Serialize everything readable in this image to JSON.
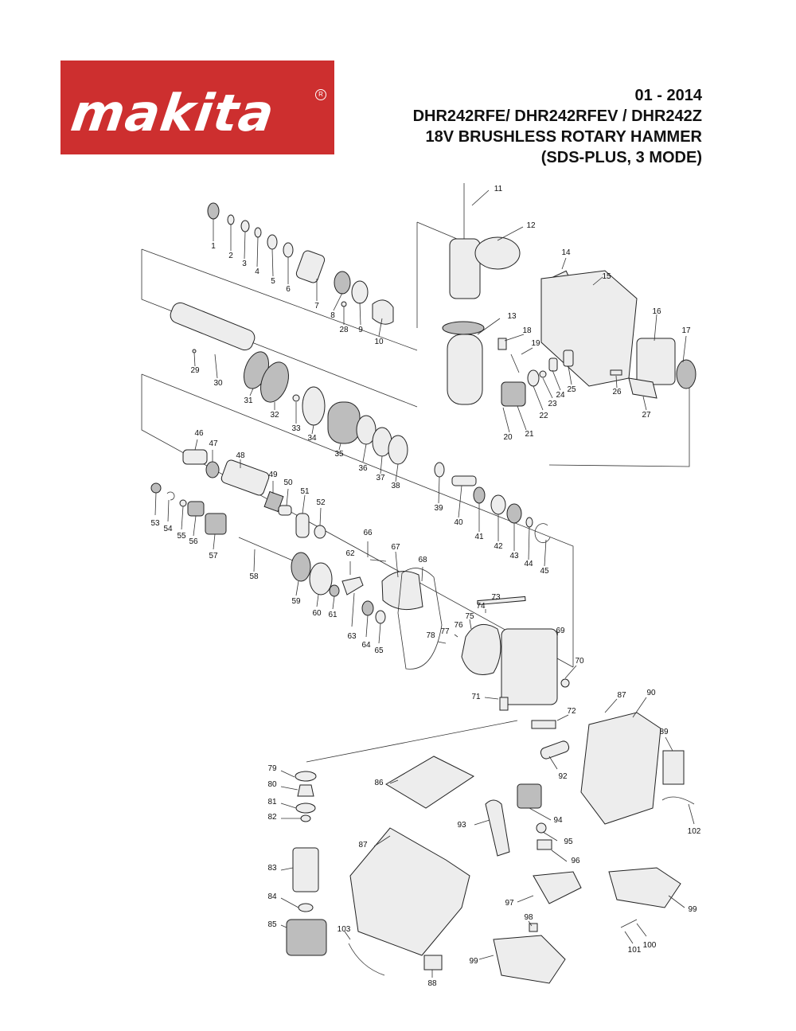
{
  "brand": {
    "logo_text": "makita",
    "colors": {
      "logo_bg": "#cd2f2f",
      "logo_fg": "#ffffff"
    }
  },
  "header": {
    "date": "01 - 2014",
    "models": "DHR242RFE/ DHR242RFEV / DHR242Z",
    "title": "18V BRUSHLESS ROTARY HAMMER",
    "subtitle": "(SDS-PLUS, 3 MODE)"
  },
  "parts": [
    {
      "id": "1",
      "label": "1"
    },
    {
      "id": "2",
      "label": "2"
    },
    {
      "id": "3",
      "label": "3"
    },
    {
      "id": "4",
      "label": "4"
    },
    {
      "id": "5",
      "label": "5"
    },
    {
      "id": "6",
      "label": "6"
    },
    {
      "id": "7",
      "label": "7"
    },
    {
      "id": "8",
      "label": "8"
    },
    {
      "id": "9",
      "label": "9"
    },
    {
      "id": "10",
      "label": "10"
    },
    {
      "id": "11",
      "label": "11"
    },
    {
      "id": "12",
      "label": "12"
    },
    {
      "id": "13",
      "label": "13"
    },
    {
      "id": "14",
      "label": "14"
    },
    {
      "id": "15",
      "label": "15"
    },
    {
      "id": "16",
      "label": "16"
    },
    {
      "id": "17",
      "label": "17"
    },
    {
      "id": "18",
      "label": "18"
    },
    {
      "id": "19",
      "label": "19"
    },
    {
      "id": "20",
      "label": "20"
    },
    {
      "id": "21",
      "label": "21"
    },
    {
      "id": "22",
      "label": "22"
    },
    {
      "id": "23",
      "label": "23"
    },
    {
      "id": "24",
      "label": "24"
    },
    {
      "id": "25",
      "label": "25"
    },
    {
      "id": "26",
      "label": "26"
    },
    {
      "id": "27",
      "label": "27"
    },
    {
      "id": "28",
      "label": "28"
    },
    {
      "id": "29",
      "label": "29"
    },
    {
      "id": "30",
      "label": "30"
    },
    {
      "id": "31",
      "label": "31"
    },
    {
      "id": "32",
      "label": "32"
    },
    {
      "id": "33",
      "label": "33"
    },
    {
      "id": "34",
      "label": "34"
    },
    {
      "id": "35",
      "label": "35"
    },
    {
      "id": "36",
      "label": "36"
    },
    {
      "id": "37",
      "label": "37"
    },
    {
      "id": "38",
      "label": "38"
    },
    {
      "id": "39",
      "label": "39"
    },
    {
      "id": "40",
      "label": "40"
    },
    {
      "id": "41",
      "label": "41"
    },
    {
      "id": "42",
      "label": "42"
    },
    {
      "id": "43",
      "label": "43"
    },
    {
      "id": "44",
      "label": "44"
    },
    {
      "id": "45",
      "label": "45"
    },
    {
      "id": "46",
      "label": "46"
    },
    {
      "id": "47",
      "label": "47"
    },
    {
      "id": "48",
      "label": "48"
    },
    {
      "id": "49",
      "label": "49"
    },
    {
      "id": "50",
      "label": "50"
    },
    {
      "id": "51",
      "label": "51"
    },
    {
      "id": "52",
      "label": "52"
    },
    {
      "id": "53",
      "label": "53"
    },
    {
      "id": "54",
      "label": "54"
    },
    {
      "id": "55",
      "label": "55"
    },
    {
      "id": "56",
      "label": "56"
    },
    {
      "id": "57",
      "label": "57"
    },
    {
      "id": "58",
      "label": "58"
    },
    {
      "id": "59",
      "label": "59"
    },
    {
      "id": "60",
      "label": "60"
    },
    {
      "id": "61",
      "label": "61"
    },
    {
      "id": "62",
      "label": "62"
    },
    {
      "id": "63",
      "label": "63"
    },
    {
      "id": "64",
      "label": "64"
    },
    {
      "id": "65",
      "label": "65"
    },
    {
      "id": "66",
      "label": "66"
    },
    {
      "id": "67",
      "label": "67"
    },
    {
      "id": "68",
      "label": "68"
    },
    {
      "id": "69",
      "label": "69"
    },
    {
      "id": "70",
      "label": "70"
    },
    {
      "id": "71",
      "label": "71"
    },
    {
      "id": "72",
      "label": "72"
    },
    {
      "id": "73",
      "label": "73"
    },
    {
      "id": "74",
      "label": "74"
    },
    {
      "id": "75",
      "label": "75"
    },
    {
      "id": "76",
      "label": "76"
    },
    {
      "id": "77",
      "label": "77"
    },
    {
      "id": "78",
      "label": "78"
    },
    {
      "id": "79",
      "label": "79"
    },
    {
      "id": "80",
      "label": "80"
    },
    {
      "id": "81",
      "label": "81"
    },
    {
      "id": "82",
      "label": "82"
    },
    {
      "id": "83",
      "label": "83"
    },
    {
      "id": "84",
      "label": "84"
    },
    {
      "id": "85",
      "label": "85"
    },
    {
      "id": "86",
      "label": "86"
    },
    {
      "id": "87a",
      "label": "87"
    },
    {
      "id": "87b",
      "label": "87"
    },
    {
      "id": "88",
      "label": "88"
    },
    {
      "id": "89",
      "label": "89"
    },
    {
      "id": "90",
      "label": "90"
    },
    {
      "id": "92",
      "label": "92"
    },
    {
      "id": "93",
      "label": "93"
    },
    {
      "id": "94",
      "label": "94"
    },
    {
      "id": "95",
      "label": "95"
    },
    {
      "id": "96",
      "label": "96"
    },
    {
      "id": "97",
      "label": "97"
    },
    {
      "id": "98",
      "label": "98"
    },
    {
      "id": "99a",
      "label": "99"
    },
    {
      "id": "99b",
      "label": "99"
    },
    {
      "id": "100",
      "label": "100"
    },
    {
      "id": "101",
      "label": "101"
    },
    {
      "id": "102",
      "label": "102"
    },
    {
      "id": "103",
      "label": "103"
    }
  ]
}
